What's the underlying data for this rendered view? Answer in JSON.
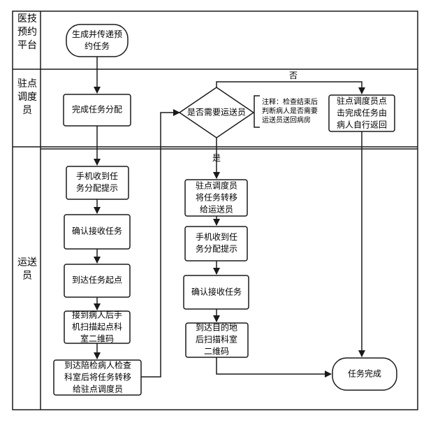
{
  "lanes": [
    {
      "id": "platform",
      "label": [
        "医技",
        "预约",
        "平台"
      ]
    },
    {
      "id": "dispatcher",
      "label": [
        "驻点",
        "调度",
        "员"
      ]
    },
    {
      "id": "porter",
      "label": [
        "运送",
        "员"
      ]
    }
  ],
  "nodes": {
    "start": {
      "lines": [
        "生成并传递预",
        "约任务"
      ]
    },
    "assign": {
      "lines": [
        "完成任务分配"
      ]
    },
    "decision": {
      "lines": [
        "是否需要运送员"
      ]
    },
    "note": {
      "lines": [
        "注释：检查结束后",
        "判断病人是否需要",
        "运送员送回病房"
      ]
    },
    "self_return": {
      "lines": [
        "驻点调度员点",
        "击完成任务由",
        "病人自行返回"
      ]
    },
    "p1_receive": {
      "lines": [
        "手机收到任",
        "务分配提示"
      ]
    },
    "p1_confirm": {
      "lines": [
        "确认接收任务"
      ]
    },
    "p1_arrive": {
      "lines": [
        "到达任务起点"
      ]
    },
    "p1_scan": {
      "lines": [
        "接到病人后手",
        "机扫描起点科",
        "室二维码"
      ]
    },
    "p1_transfer": {
      "lines": [
        "到达陪检病人检查",
        "科室后将任务转移",
        "给驻点调度员"
      ]
    },
    "p2_forward": {
      "lines": [
        "驻点调度员",
        "将任务转移",
        "给运送员"
      ]
    },
    "p2_receive": {
      "lines": [
        "手机收到任",
        "务分配提示"
      ]
    },
    "p2_confirm": {
      "lines": [
        "确认接收任务"
      ]
    },
    "p2_scan": {
      "lines": [
        "到达目的地",
        "后扫描科室",
        "二维码"
      ]
    },
    "end": {
      "lines": [
        "任务完成"
      ]
    }
  },
  "edge_labels": {
    "no": "否",
    "yes": "是"
  },
  "colors": {
    "stroke": "#1a1a1a",
    "fill": "#ffffff",
    "text": "#000000"
  }
}
